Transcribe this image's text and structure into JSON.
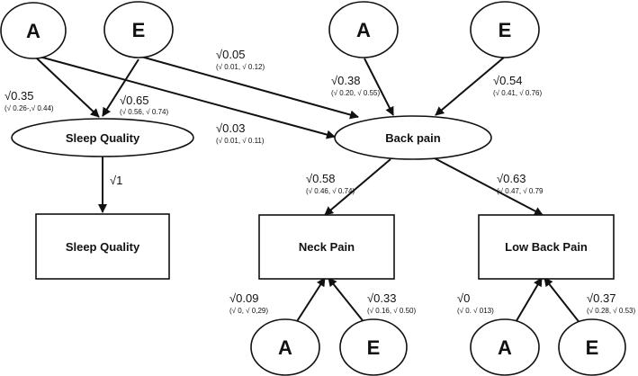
{
  "nodes": {
    "a_top_left": "A",
    "e_top_left": "E",
    "a_top_right": "A",
    "e_top_right": "E",
    "sleep_quality_latent": "Sleep Quality",
    "back_pain_latent": "Back pain",
    "sleep_quality_observed": "Sleep Quality",
    "neck_pain_observed": "Neck Pain",
    "low_back_pain_observed": "Low Back Pain",
    "a_neck": "A",
    "e_neck": "E",
    "a_low_back": "A",
    "e_low_back": "E"
  },
  "paths": {
    "a_to_sleep": {
      "coef": "√0.35",
      "ci": "(√ 0.26-,√ 0.44)"
    },
    "e_to_sleep": {
      "coef": "√0.65",
      "ci": "(√ 0.56, √ 0.74)"
    },
    "e_to_backpain": {
      "coef": "√0.05",
      "ci": "(√ 0.01, √ 0.12)"
    },
    "a_to_backpain": {
      "coef": "√0.03",
      "ci": "(√ 0.01, √ 0.11)"
    },
    "a_top_to_backpain": {
      "coef": "√0.38",
      "ci": "(√ 0.20, √ 0.55)"
    },
    "e_top_to_backpain": {
      "coef": "√0.54",
      "ci": "(√ 0.41, √ 0.76)"
    },
    "sleep_latent_to_observed": {
      "coef": "√1"
    },
    "backpain_to_neck": {
      "coef": "√0.58",
      "ci": "(√ 0.46, √ 0.74)"
    },
    "backpain_to_lowback": {
      "coef": "√0.63",
      "ci": "(√ 0.47, √ 0.79"
    },
    "a_to_neck": {
      "coef": "√0.09",
      "ci": "(√ 0, √ 0,29)"
    },
    "e_to_neck": {
      "coef": "√0.33",
      "ci": "(√ 0.16, √ 0.50)"
    },
    "a_to_lowback": {
      "coef": "√0",
      "ci": "(√ 0. √ 013)"
    },
    "e_to_lowback": {
      "coef": "√0.37",
      "ci": "(√ 0.28, √ 0.53)"
    }
  }
}
